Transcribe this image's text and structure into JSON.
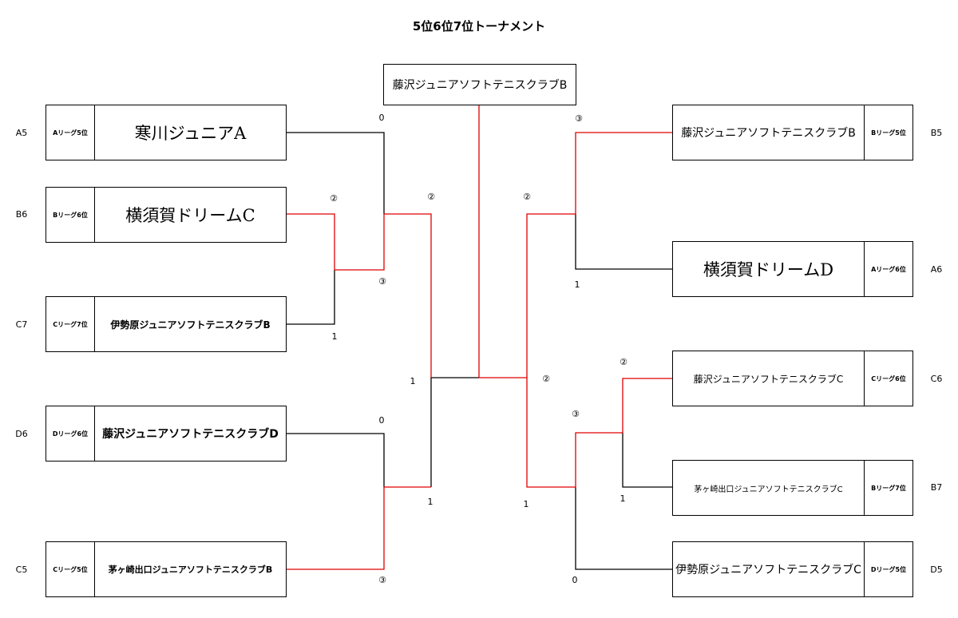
{
  "title": "5位6位7位トーナメント",
  "winner": "藤沢ジュニアソフトテニスクラブB",
  "colors": {
    "winner_path": "#e00000",
    "line": "#000000"
  },
  "left": [
    {
      "seed": "A5",
      "rank": "Aリーグ5位",
      "team": "寒川ジュニアA"
    },
    {
      "seed": "B6",
      "rank": "Bリーグ6位",
      "team": "横須賀ドリームC"
    },
    {
      "seed": "C7",
      "rank": "Cリーグ7位",
      "team": "伊勢原ジュニアソフトテニスクラブB"
    },
    {
      "seed": "D6",
      "rank": "Dリーグ6位",
      "team": "藤沢ジュニアソフトテニスクラブD"
    },
    {
      "seed": "C5",
      "rank": "Cリーグ5位",
      "team": "茅ヶ崎出口ジュニアソフトテニスクラブB"
    }
  ],
  "right": [
    {
      "seed": "B5",
      "rank": "Bリーグ5位",
      "team": "藤沢ジュニアソフトテニスクラブB"
    },
    {
      "seed": "A6",
      "rank": "Aリーグ6位",
      "team": "横須賀ドリームD"
    },
    {
      "seed": "C6",
      "rank": "Cリーグ6位",
      "team": "藤沢ジュニアソフトテニスクラブC"
    },
    {
      "seed": "B7",
      "rank": "Bリーグ7位",
      "team": "茅ヶ崎出口ジュニアソフトテニスクラブC"
    },
    {
      "seed": "D5",
      "rank": "Dリーグ5位",
      "team": "伊勢原ジュニアソフトテニスクラブC"
    }
  ],
  "scores": {
    "a5": "0",
    "b6": "②",
    "lf1": "③",
    "c7": "1",
    "l_semi1": "②",
    "l_semi2": "1",
    "d6": "0",
    "lf2_bottom": "1",
    "c5": "③",
    "b5": "③",
    "r_semi1": "②",
    "a6": "1",
    "final_r": "②",
    "c6": "②",
    "rf2": "③",
    "b7": "1",
    "r_semi2": "1",
    "d5": "0"
  }
}
